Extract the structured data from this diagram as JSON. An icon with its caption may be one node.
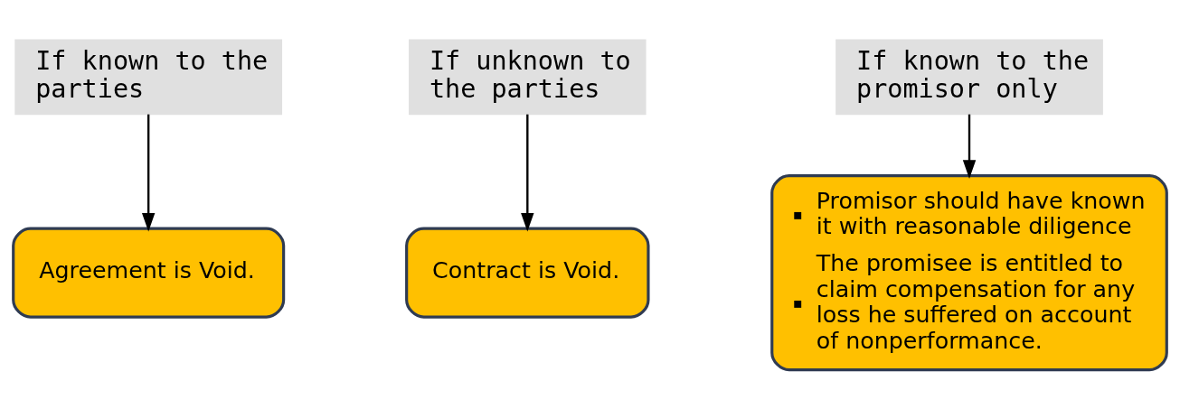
{
  "diagram": {
    "nodes": [
      {
        "text": [
          "If known to the parties"
        ]
      },
      {
        "text": [
          "If unknown to the parties"
        ]
      },
      {
        "text": [
          "If known to the promisor only"
        ]
      },
      {
        "text": [
          "Agreement is Void."
        ]
      },
      {
        "text": [
          "Contract is Void."
        ]
      },
      {
        "text": [
          "Promisor should have known it with reasonable diligence",
          "The promisee is entitled to claim compensation for any loss he suffered on account of nonperformance."
        ]
      }
    ],
    "edges": [
      {
        "from": 0,
        "to": 3,
        "arrow": "to"
      },
      {
        "from": 1,
        "to": 4,
        "arrow": "to"
      },
      {
        "from": 2,
        "to": 5,
        "arrow": "to"
      }
    ]
  }
}
